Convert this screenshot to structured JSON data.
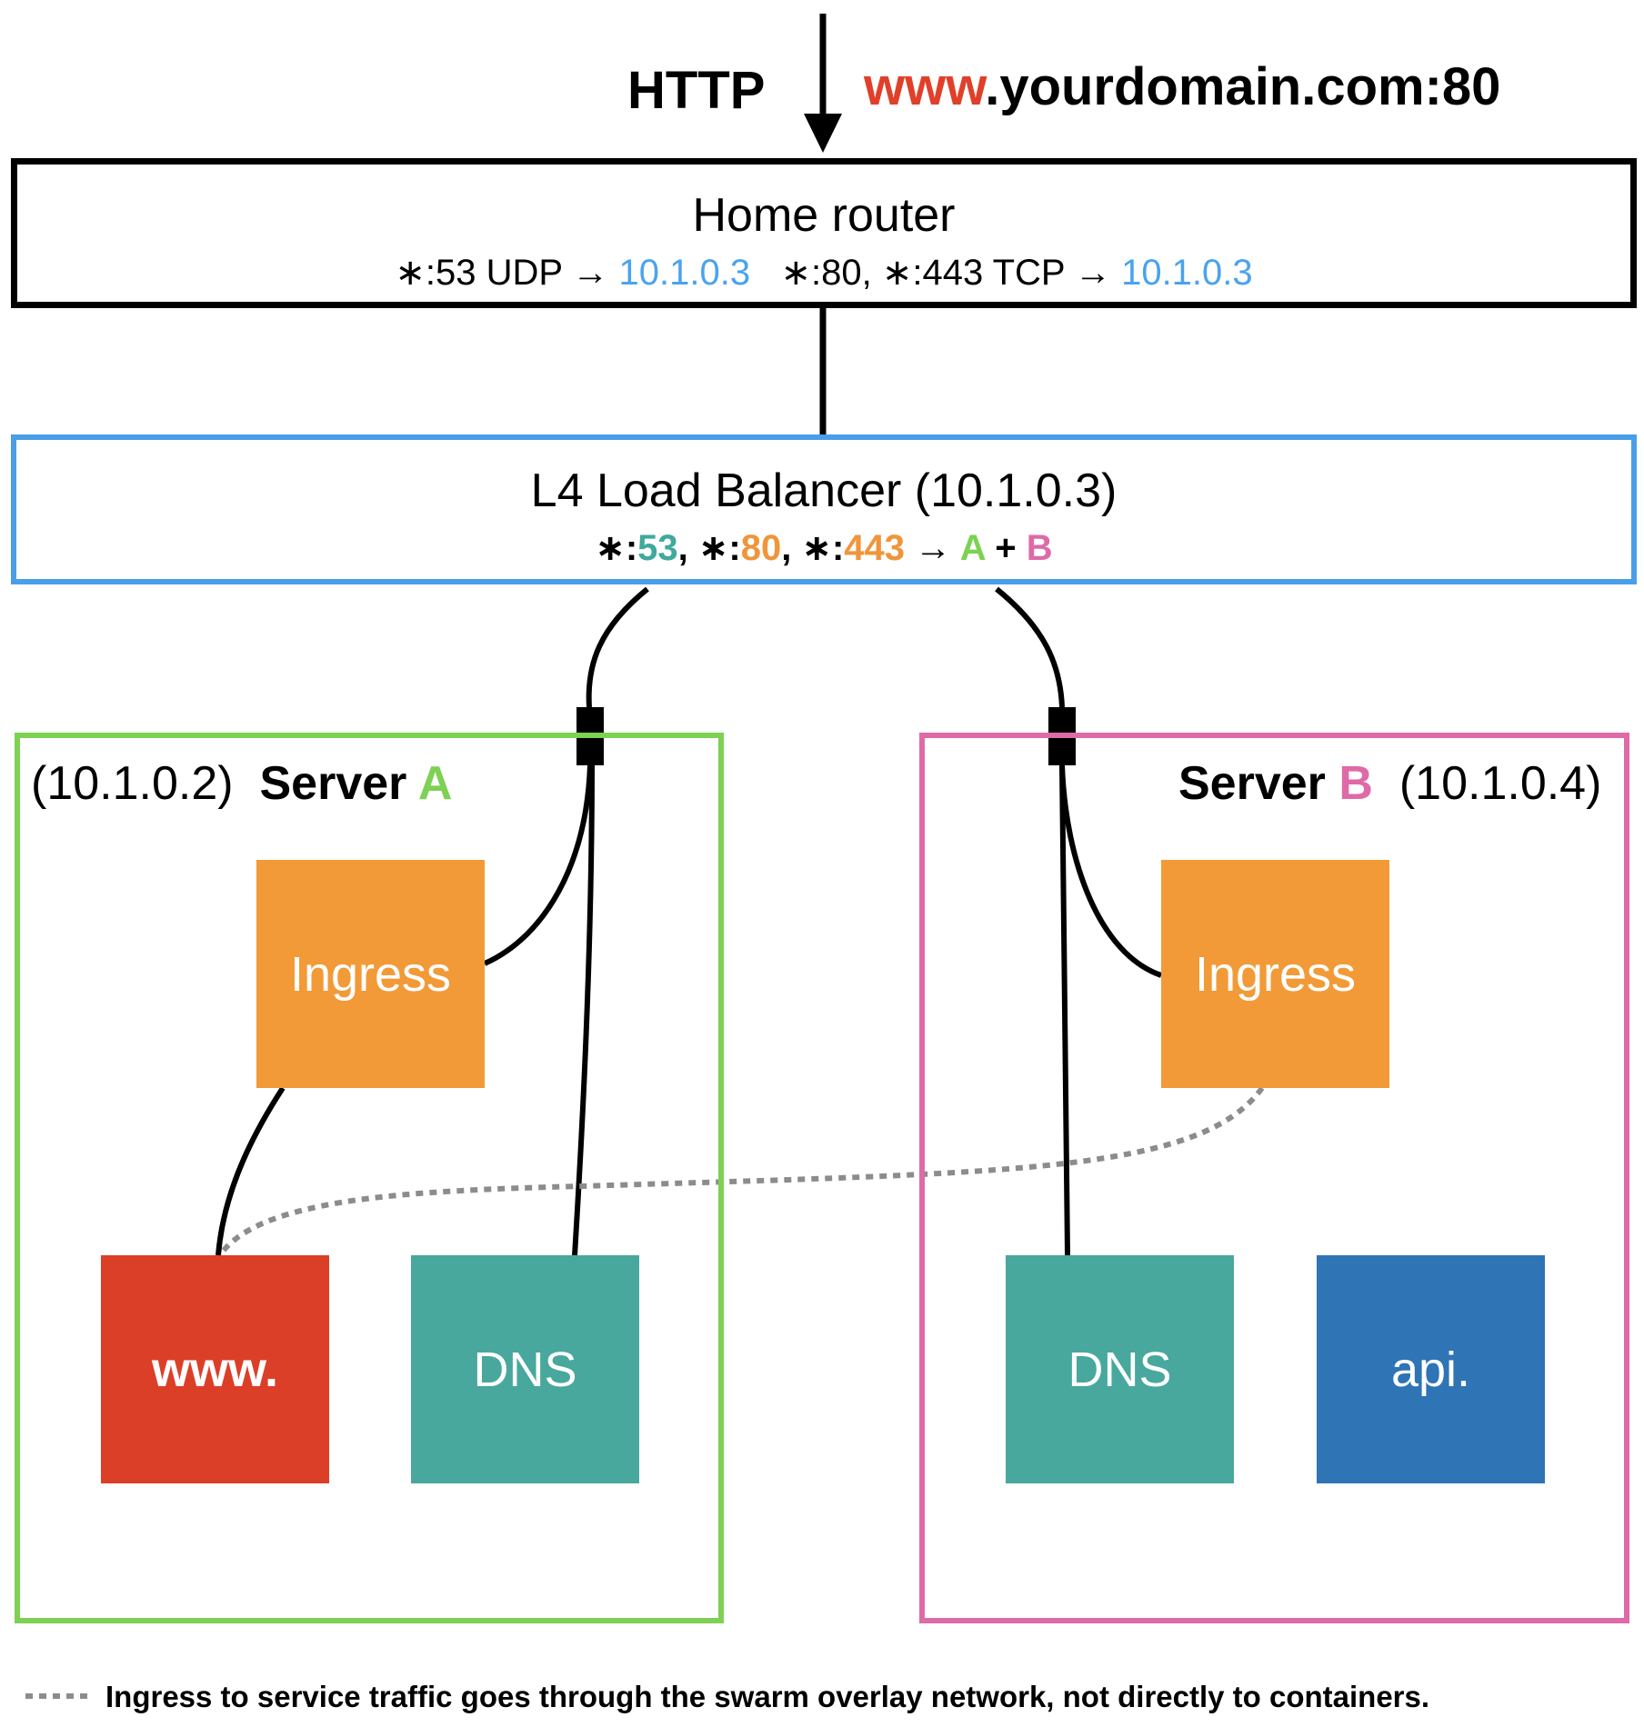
{
  "top": {
    "protocol": "HTTP",
    "url_prefix": "www",
    "url_rest": ".yourdomain.com:80"
  },
  "router": {
    "title": "Home router",
    "rule1_port": "∗:53 UDP → ",
    "rule1_target": "10.1.0.3",
    "rule2_port": "∗:80, ∗:443 TCP → ",
    "rule2_target": "10.1.0.3"
  },
  "load_balancer": {
    "title": "L4 Load Balancer (10.1.0.3)",
    "p1_prefix": "∗:",
    "p1": "53",
    "p2_prefix": ", ∗:",
    "p2": "80",
    "p3_prefix": ", ∗:",
    "p3": "443",
    "arrow": " → ",
    "target_a": "A",
    "plus": " + ",
    "target_b": "B"
  },
  "server_a": {
    "ip": "(10.1.0.2)",
    "name": "Server ",
    "letter": "A",
    "services": {
      "ingress": "Ingress",
      "www": "www.",
      "dns": "DNS"
    }
  },
  "server_b": {
    "name": "Server ",
    "letter": "B",
    "ip": "(10.1.0.4)",
    "services": {
      "ingress": "Ingress",
      "dns": "DNS",
      "api": "api."
    }
  },
  "footnote": "Ingress to service traffic goes through the swarm overlay network, not directly to containers.",
  "colors": {
    "router_border": "#000000",
    "lb_border": "#4a9ee8",
    "server_a": "#7dd153",
    "server_b": "#de6aa8",
    "ingress": "#f29a38",
    "www": "#dc3f28",
    "dns": "#48a89d",
    "api": "#2f74b5"
  }
}
